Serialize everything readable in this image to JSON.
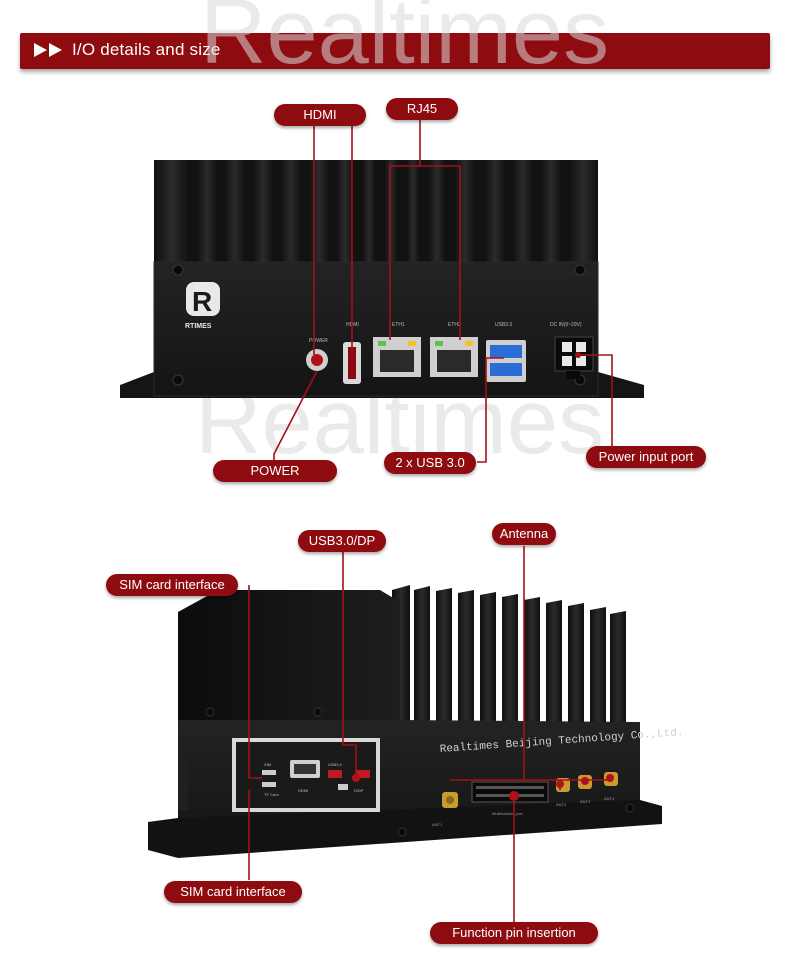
{
  "header": {
    "title": "I/O details and size",
    "icon": "double-play-icon",
    "color": "#8e0b10"
  },
  "watermark": {
    "text": "Realtimes"
  },
  "device_front": {
    "logo_text": "RTIMES",
    "port_labels": {
      "power": "POWER",
      "hdmi": "HDMI",
      "eth1": "ETH1",
      "eth2": "ETH2",
      "usb3": "USB3.0",
      "dc_in": "DC IN(9~20V)"
    }
  },
  "device_back": {
    "engraving": "Realtimes Beijing Technology Co.,Ltd.",
    "port_labels": {
      "sim": "SIM",
      "tf": "TF Card",
      "hdmi": "HDMI",
      "usb3": "USB3.0",
      "dp": "D/DP",
      "function": "Multifunction port",
      "antenna1": "ANT1",
      "antenna2": "ANT2",
      "antenna3": "ANT3",
      "antenna4": "ANT4"
    }
  },
  "callouts": {
    "hdmi": "HDMI",
    "rj45": "RJ45",
    "power": "POWER",
    "usb": "2 x USB 3.0",
    "power_input": "Power input port",
    "usb_dp": "USB3.0/DP",
    "antenna": "Antenna",
    "sim_top": "SIM card interface",
    "sim_bottom": "SIM card interface",
    "function_pin": "Function pin insertion"
  },
  "colors": {
    "accent": "#8e0b10",
    "device": "#1a1a1a",
    "leader_line": "#a31018"
  }
}
